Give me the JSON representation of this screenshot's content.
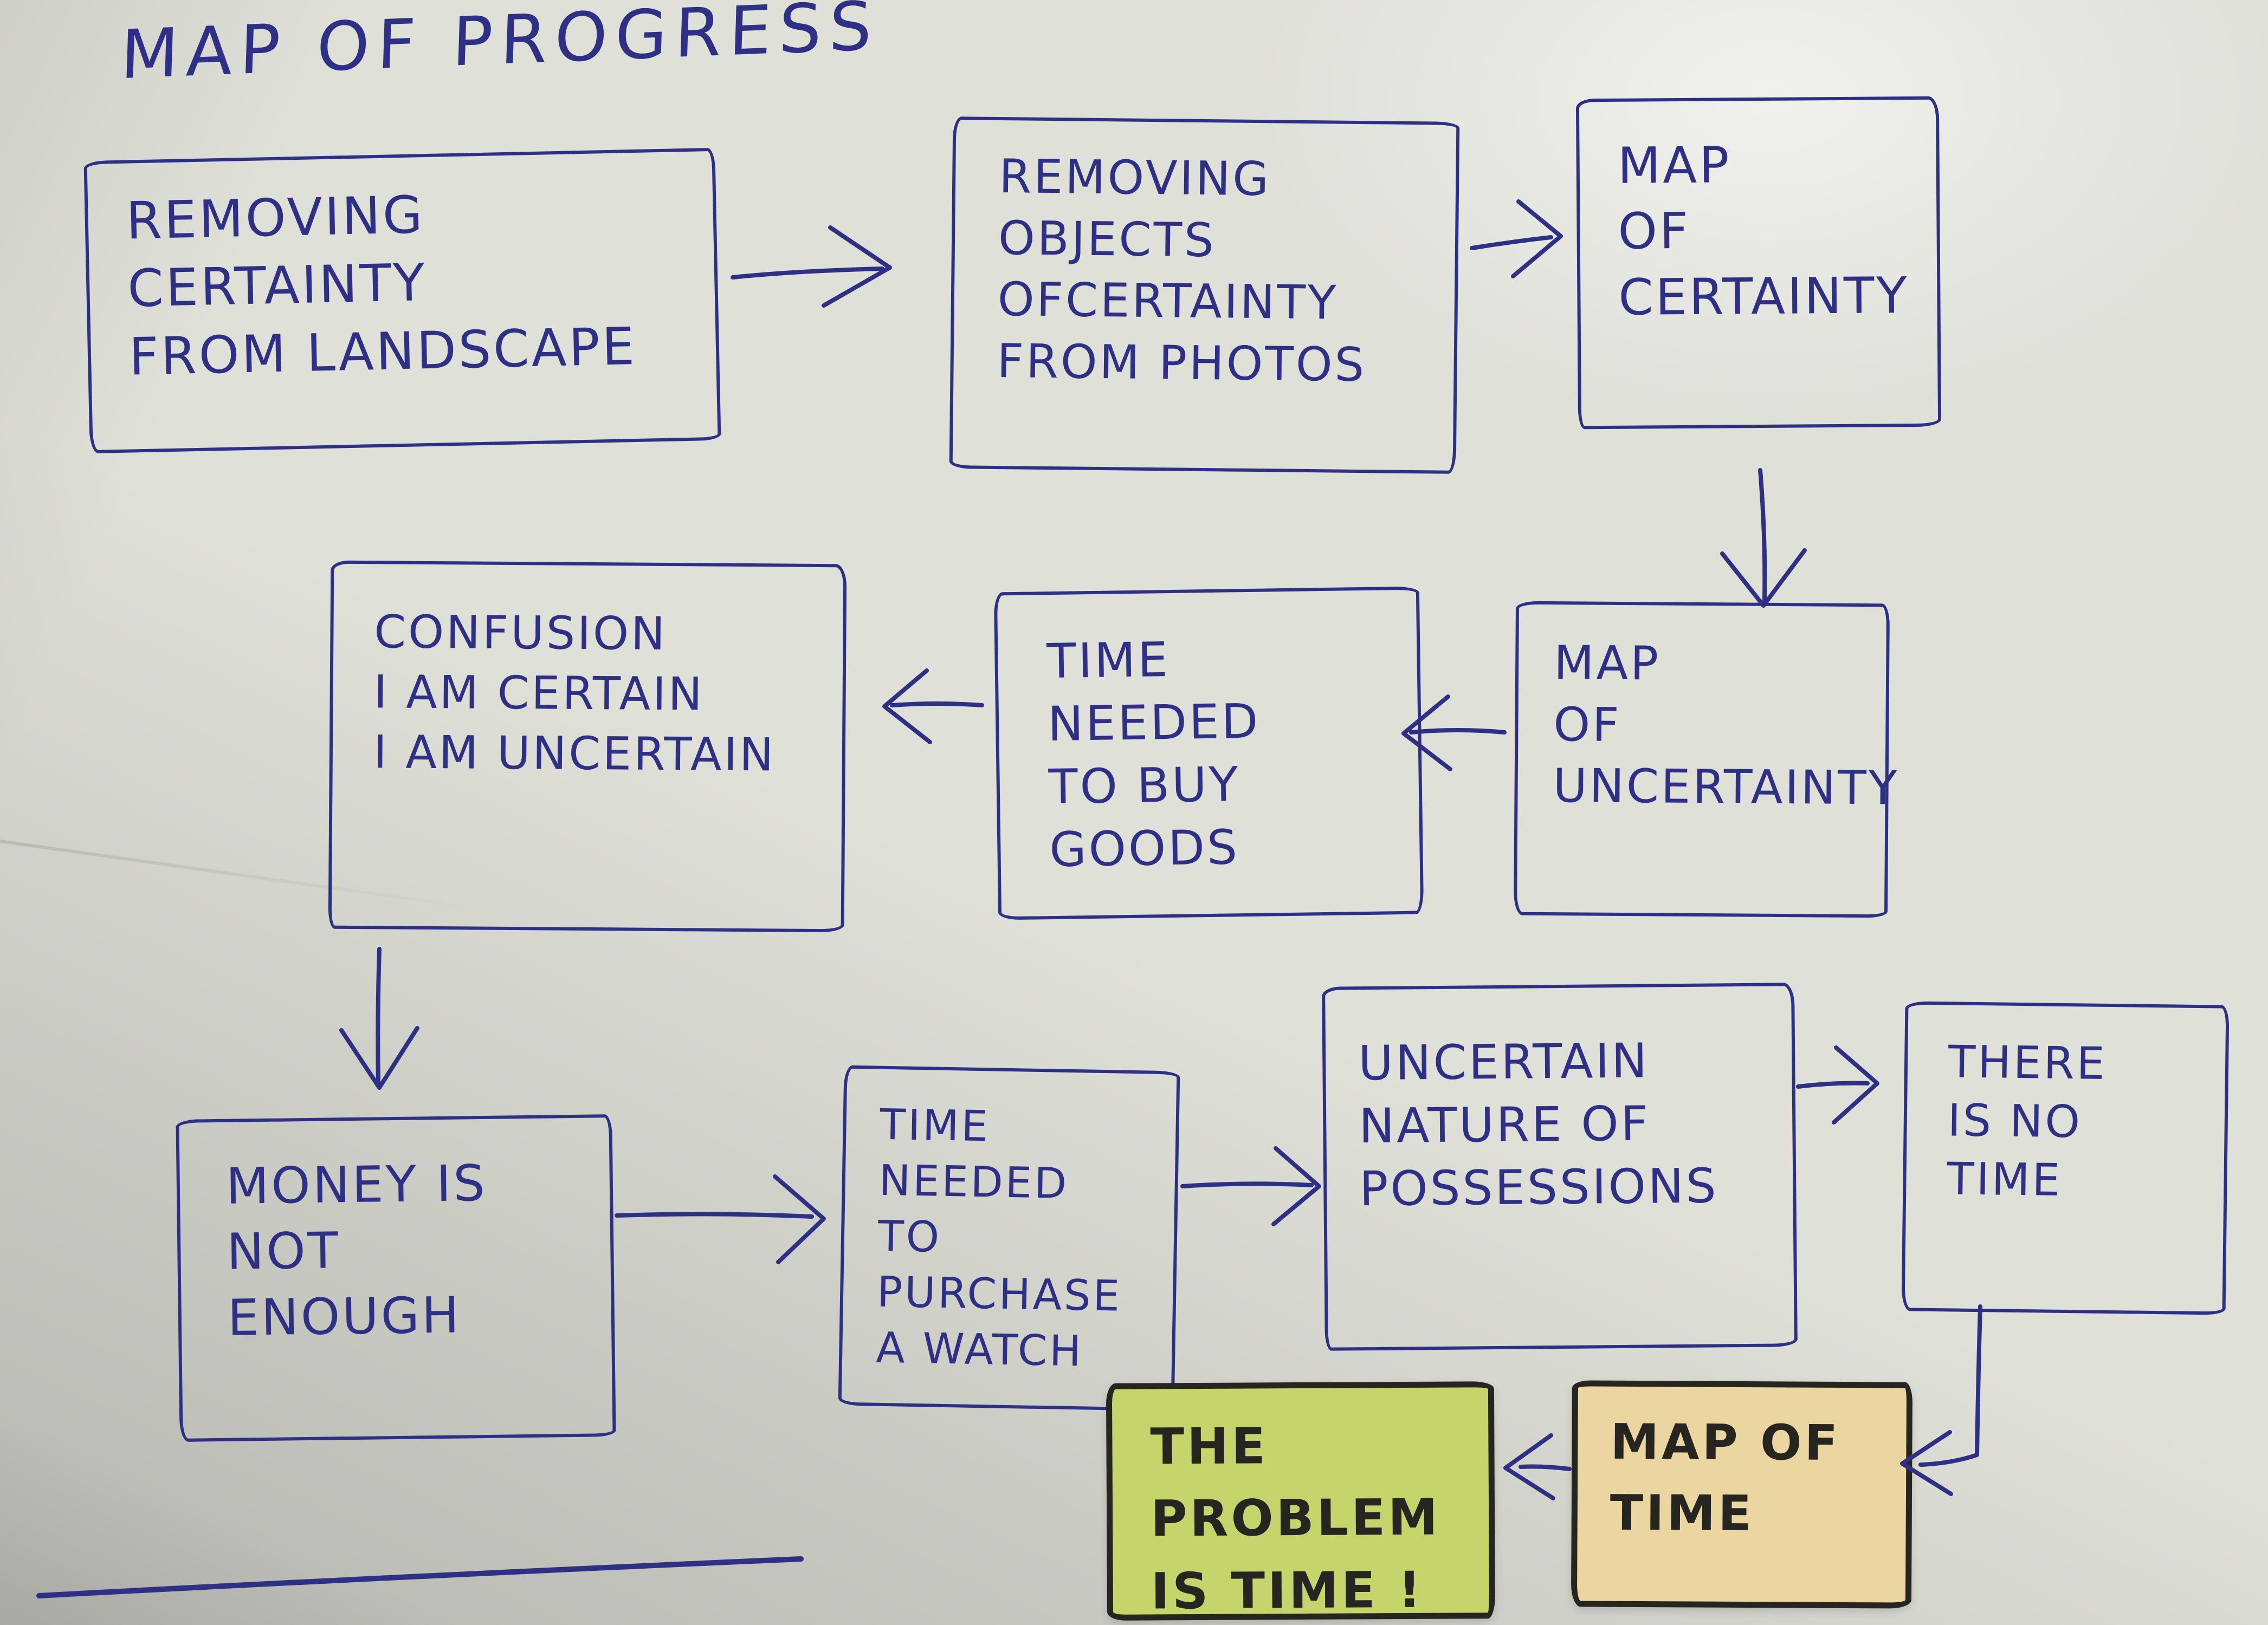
{
  "title": "MAP OF PROGRESS",
  "colors": {
    "paper": "#dfe0d8",
    "ink": "#2e3086",
    "marker": "#26251f",
    "note_green": "#c6d46c",
    "note_orange": "#ebd6a2"
  },
  "nodes": [
    {
      "id": "removing-certainty-from-landscape",
      "kind": "box",
      "label": "REMOVING\nCERTAINTY\nFROM LANDSCAPE"
    },
    {
      "id": "removing-objects-of-certainty-from-photos",
      "kind": "box",
      "label": "REMOVING\nOBJECTS\nOFCERTAINTY\nFROM PHOTOS"
    },
    {
      "id": "map-of-certainty",
      "kind": "box",
      "label": "MAP\nOF\nCERTAINTY"
    },
    {
      "id": "map-of-uncertainty",
      "kind": "box",
      "label": "MAP\nOF\nUNCERTAINTY"
    },
    {
      "id": "time-needed-to-buy-goods",
      "kind": "box",
      "label": "TIME\nNEEDED\nTO BUY\nGOODS"
    },
    {
      "id": "confusion-certain-uncertain",
      "kind": "box",
      "label": "CONFUSION\nI AM CERTAIN\nI AM UNCERTAIN"
    },
    {
      "id": "money-is-not-enough",
      "kind": "box",
      "label": "MONEY IS\nNOT\nENOUGH"
    },
    {
      "id": "time-needed-to-purchase-a-watch",
      "kind": "box",
      "label": "TIME\nNEEDED\nTO PURCHASE\nA WATCH"
    },
    {
      "id": "uncertain-nature-of-possessions",
      "kind": "box",
      "label": "UNCERTAIN\nNATURE OF\nPOSSESSIONS"
    },
    {
      "id": "there-is-no-time",
      "kind": "box",
      "label": "THERE\nIS NO\nTIME"
    },
    {
      "id": "map-of-time",
      "kind": "sticky-note-orange",
      "label": "MAP OF\nTIME"
    },
    {
      "id": "the-problem-is-time",
      "kind": "sticky-note-green",
      "label": "THE PROBLEM\nIS TIME !"
    }
  ],
  "edges": [
    {
      "from": "removing-certainty-from-landscape",
      "to": "removing-objects-of-certainty-from-photos"
    },
    {
      "from": "removing-objects-of-certainty-from-photos",
      "to": "map-of-certainty"
    },
    {
      "from": "map-of-certainty",
      "to": "map-of-uncertainty"
    },
    {
      "from": "map-of-uncertainty",
      "to": "time-needed-to-buy-goods"
    },
    {
      "from": "time-needed-to-buy-goods",
      "to": "confusion-certain-uncertain"
    },
    {
      "from": "confusion-certain-uncertain",
      "to": "money-is-not-enough"
    },
    {
      "from": "money-is-not-enough",
      "to": "time-needed-to-purchase-a-watch"
    },
    {
      "from": "time-needed-to-purchase-a-watch",
      "to": "uncertain-nature-of-possessions"
    },
    {
      "from": "uncertain-nature-of-possessions",
      "to": "there-is-no-time"
    },
    {
      "from": "there-is-no-time",
      "to": "map-of-time"
    },
    {
      "from": "map-of-time",
      "to": "the-problem-is-time"
    }
  ]
}
